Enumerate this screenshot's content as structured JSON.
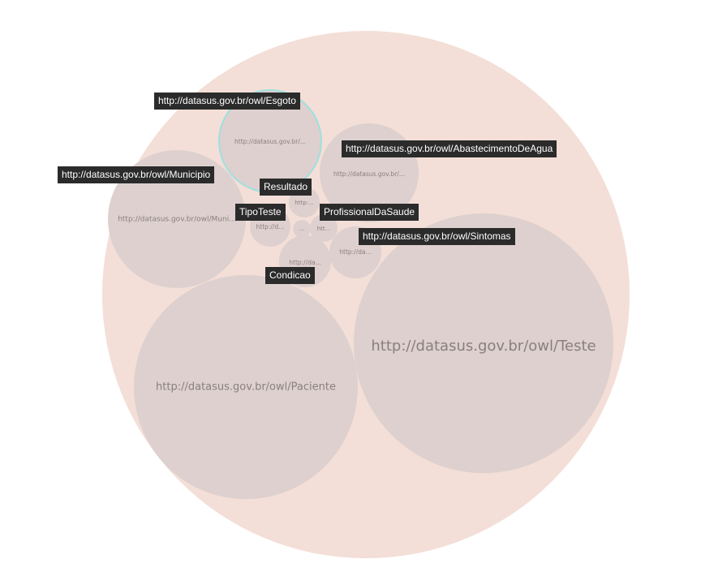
{
  "colors": {
    "outer_fill": "#f3dfd7",
    "node_fill": "#ddd0ce",
    "highlight_stroke": "#9fe0df",
    "node_text": "#8a7f7f",
    "tag_bg": "#2b2b2b",
    "tag_text": "#ffffff"
  },
  "nodes": {
    "teste": "http://datasus.gov.br/owl/Teste",
    "paciente": "http://datasus.gov.br/owl/Paciente",
    "municipio": "http://datasus.gov.br/owl/Muni...",
    "esgoto": "http://datasus.gov.br/...",
    "abastecimento": "http://datasus.gov.br/...",
    "sintomas": "http://da...",
    "condicao": "http://da...",
    "tipoteste": "http://d...",
    "resultado": "http:...",
    "profissional": "htt...",
    "tiny": "..."
  },
  "tags": {
    "esgoto": "http://datasus.gov.br/owl/Esgoto",
    "abastecimento": "http://datasus.gov.br/owl/AbastecimentoDeAgua",
    "municipio": "http://datasus.gov.br/owl/Municipio",
    "resultado": "Resultado",
    "tipoteste": "TipoTeste",
    "profissional": "ProfissionalDaSaude",
    "sintomas": "http://datasus.gov.br/owl/Sintomas",
    "condicao": "Condicao"
  }
}
